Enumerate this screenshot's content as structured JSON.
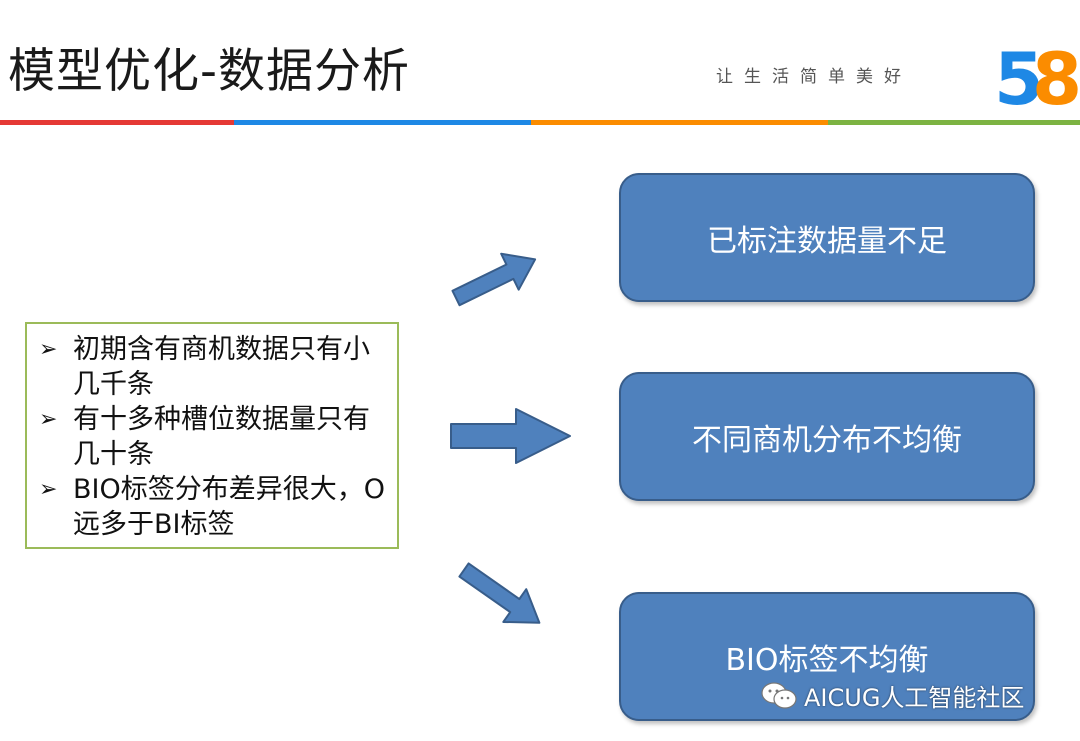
{
  "slide": {
    "title": "模型优化-数据分析",
    "slogan": "让生活简单美好",
    "logo_text": "58",
    "stripe_colors": [
      "#e53935",
      "#1e88e5",
      "#fb8c00",
      "#7cb342"
    ]
  },
  "left_box": {
    "items": [
      {
        "marker": "➢",
        "text": "初期含有商机数据只有小几千条"
      },
      {
        "marker": "➢",
        "text": "有十多种槽位数据量只有几十条"
      },
      {
        "marker": "➢",
        "text": "BIO标签分布差异很大，O远多于BI标签"
      }
    ]
  },
  "right_boxes": [
    {
      "label": "已标注数据量不足"
    },
    {
      "label": "不同商机分布不均衡"
    },
    {
      "label": "BIO标签不均衡"
    }
  ],
  "watermark": {
    "icon": "wechat-icon",
    "text": "AICUG人工智能社区"
  },
  "colors": {
    "box_fill": "#4f81bd",
    "box_border": "#385d8a",
    "left_box_border": "#9bbb59"
  }
}
